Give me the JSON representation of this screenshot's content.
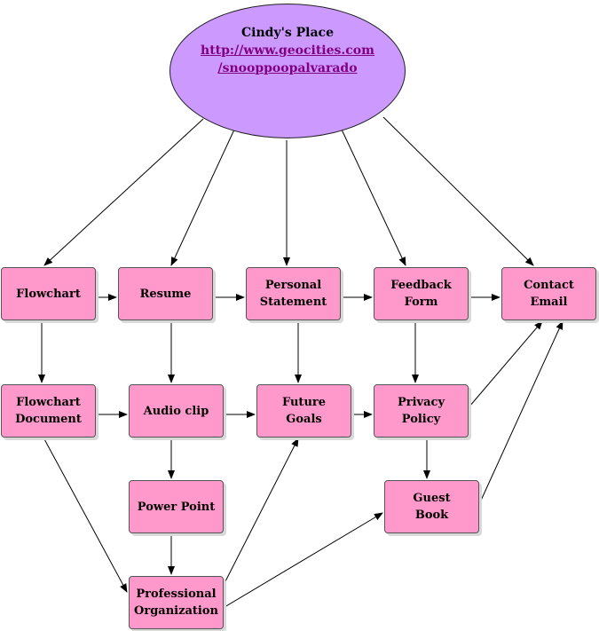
{
  "colors": {
    "root_fill": "#cc99ff",
    "node_fill": "#ff99cc",
    "link_text": "#800080",
    "arrow": "#000000"
  },
  "root": {
    "title": "Cindy's Place",
    "url_line1": "http://www.geocities.com",
    "url_line2": "/snooppoopalvarado"
  },
  "nodes": {
    "flowchart": "Flowchart",
    "resume": "Resume",
    "personal_statement": "Personal\nStatement",
    "feedback_form": "Feedback\nForm",
    "contact_email": "Contact\nEmail",
    "flowchart_document": "Flowchart\nDocument",
    "audio_clip": "Audio clip",
    "future_goals": "Future\nGoals",
    "privacy_policy": "Privacy\nPolicy",
    "power_point": "Power Point",
    "guest_book": "Guest\nBook",
    "professional_organization": "Professional\nOrganization"
  },
  "connections": [
    [
      "root",
      "flowchart"
    ],
    [
      "root",
      "resume"
    ],
    [
      "root",
      "personal_statement"
    ],
    [
      "root",
      "feedback_form"
    ],
    [
      "root",
      "contact_email"
    ],
    [
      "flowchart",
      "resume"
    ],
    [
      "resume",
      "personal_statement"
    ],
    [
      "personal_statement",
      "feedback_form"
    ],
    [
      "feedback_form",
      "contact_email"
    ],
    [
      "flowchart",
      "flowchart_document"
    ],
    [
      "resume",
      "audio_clip"
    ],
    [
      "personal_statement",
      "future_goals"
    ],
    [
      "feedback_form",
      "privacy_policy"
    ],
    [
      "flowchart_document",
      "audio_clip"
    ],
    [
      "audio_clip",
      "future_goals"
    ],
    [
      "future_goals",
      "privacy_policy"
    ],
    [
      "privacy_policy",
      "contact_email"
    ],
    [
      "privacy_policy",
      "guest_book"
    ],
    [
      "guest_book",
      "contact_email"
    ],
    [
      "audio_clip",
      "power_point"
    ],
    [
      "power_point",
      "professional_organization"
    ],
    [
      "flowchart_document",
      "professional_organization"
    ],
    [
      "professional_organization",
      "future_goals"
    ],
    [
      "professional_organization",
      "guest_book"
    ]
  ]
}
